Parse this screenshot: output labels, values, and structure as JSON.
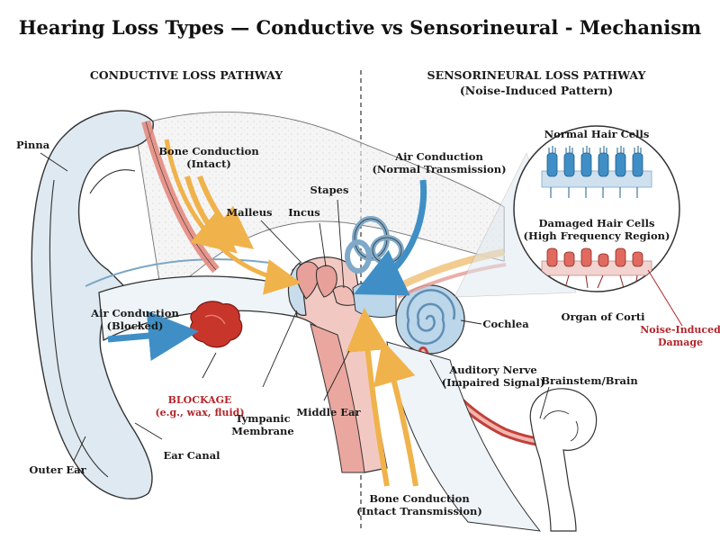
{
  "title": "Hearing Loss Types — Conductive vs Sensorineural - Mechanism",
  "left_header": "CONDUCTIVE LOSS PATHWAY",
  "right_header": {
    "line1": "SENSORINEURAL LOSS PATHWAY",
    "line2": "(Noise-Induced Pattern)"
  },
  "labels": {
    "pinna": "Pinna",
    "bone_conduction_intact": {
      "line1": "Bone Conduction",
      "line2": "(Intact)"
    },
    "malleus": "Malleus",
    "incus": "Incus",
    "stapes": "Stapes",
    "air_conduction_blocked": {
      "line1": "Air Conduction",
      "line2": "(Blocked)"
    },
    "blockage": {
      "line1": "BLOCKAGE",
      "line2": "(e.g., wax, fluid)"
    },
    "tympanic_membrane": {
      "line1": "Tympanic",
      "line2": "Membrane"
    },
    "middle_ear": "Middle Ear",
    "ear_canal": "Ear Canal",
    "outer_ear": "Outer Ear",
    "air_conduction_normal": {
      "line1": "Air Conduction",
      "line2": "(Normal Transmission)"
    },
    "normal_hair_cells": "Normal Hair Cells",
    "damaged_hair_cells": {
      "line1": "Damaged Hair Cells",
      "line2": "(High Frequency Region)"
    },
    "organ_of_corti": "Organ of Corti",
    "noise_induced_damage": {
      "line1": "Noise-Induced",
      "line2": "Damage"
    },
    "cochlea": "Cochlea",
    "auditory_nerve": {
      "line1": "Auditory Nerve",
      "line2": "(Impaired Signal)"
    },
    "brainstem": "Brainstem/Brain",
    "bone_conduction_intact_transmission": {
      "line1": "Bone Conduction",
      "line2": "(Intact Transmission)"
    }
  },
  "colors": {
    "skin_fill": "#dfe9f1",
    "bone_fill": "#ececec",
    "canal_fill": "#eef4f8",
    "ossicle_fill": "#e8a09a",
    "blockage_fill": "#c8352a",
    "arrow_blue": "#3f8fc6",
    "arrow_orange": "#f0b24a",
    "cochlea_blue": "#bcd6ea",
    "nerve_red": "#c0403c",
    "accent_red": "#b3262b"
  }
}
